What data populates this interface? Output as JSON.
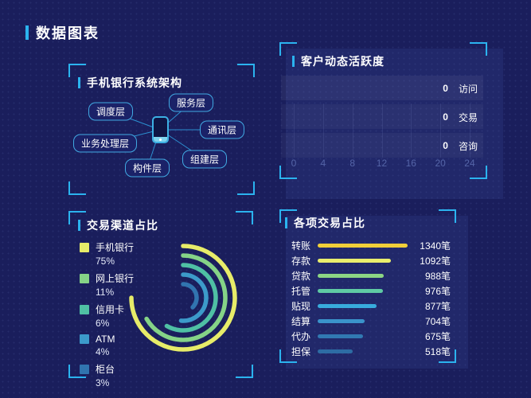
{
  "page": {
    "title": "数据图表"
  },
  "theme": {
    "background": "#1a1e5c",
    "accent_cyan": "#2bb3ef",
    "text": "#ffffff",
    "axis_text": "#5565a8"
  },
  "arch_panel": {
    "title": "手机银行系统架构",
    "center_icon": "mobile-phone",
    "nodes": [
      "调度层",
      "服务层",
      "通讯层",
      "业务处理层",
      "构件层",
      "组建层"
    ]
  },
  "activity_panel": {
    "title": "客户动态活跃度",
    "metrics": [
      {
        "value": "0",
        "label": "访问"
      },
      {
        "value": "0",
        "label": "交易"
      },
      {
        "value": "0",
        "label": "咨询"
      }
    ],
    "x_ticks": [
      "0",
      "4",
      "8",
      "12",
      "16",
      "20",
      "24"
    ]
  },
  "channel_panel": {
    "title": "交易渠道占比",
    "legend": [
      {
        "label": "手机银行",
        "percent": "75%",
        "color": "#e7ec69"
      },
      {
        "label": "网上银行",
        "percent": "11%",
        "color": "#85d387"
      },
      {
        "label": "信用卡",
        "percent": "6%",
        "color": "#4fc0a4"
      },
      {
        "label": "ATM",
        "percent": "4%",
        "color": "#3c9aca"
      },
      {
        "label": "柜台",
        "percent": "3%",
        "color": "#3174af"
      }
    ],
    "arc_sweeps_deg": [
      270,
      240,
      210,
      185,
      135
    ]
  },
  "trade_panel": {
    "title": "各项交易占比",
    "bars": [
      {
        "label": "转账",
        "value": 1340,
        "value_label": "1340笔",
        "color": "#f1cf39"
      },
      {
        "label": "存款",
        "value": 1092,
        "value_label": "1092笔",
        "color": "#e9ee6d"
      },
      {
        "label": "贷款",
        "value": 988,
        "value_label": "988笔",
        "color": "#8cd584"
      },
      {
        "label": "托管",
        "value": 976,
        "value_label": "976笔",
        "color": "#5fcaa4"
      },
      {
        "label": "贴现",
        "value": 877,
        "value_label": "877笔",
        "color": "#38abdd"
      },
      {
        "label": "结算",
        "value": 704,
        "value_label": "704笔",
        "color": "#3a93cb"
      },
      {
        "label": "代办",
        "value": 675,
        "value_label": "675笔",
        "color": "#3179b2"
      },
      {
        "label": "担保",
        "value": 518,
        "value_label": "518笔",
        "color": "#2d6ca4"
      }
    ]
  },
  "chart_data": [
    {
      "type": "line",
      "title": "客户动态活跃度",
      "xlabel": "",
      "ylabel": "",
      "x_ticks": [
        0,
        4,
        8,
        12,
        16,
        20,
        24
      ],
      "xlim": [
        0,
        24
      ],
      "grid": true,
      "legend_position": "right",
      "series": [
        {
          "name": "访问",
          "current_value": 0
        },
        {
          "name": "交易",
          "current_value": 0
        },
        {
          "name": "咨询",
          "current_value": 0
        }
      ],
      "note": "empty state - all series read 0, no lines plotted"
    },
    {
      "type": "pie",
      "style": "concentric-arcs",
      "title": "交易渠道占比",
      "categories": [
        "手机银行",
        "网上银行",
        "信用卡",
        "ATM",
        "柜台"
      ],
      "values": [
        75,
        11,
        6,
        4,
        3
      ],
      "unit": "%",
      "colors": [
        "#e7ec69",
        "#85d387",
        "#4fc0a4",
        "#3c9aca",
        "#3174af"
      ],
      "legend_position": "left"
    },
    {
      "type": "bar",
      "orientation": "horizontal",
      "title": "各项交易占比",
      "categories": [
        "转账",
        "存款",
        "贷款",
        "托管",
        "贴现",
        "结算",
        "代办",
        "担保"
      ],
      "values": [
        1340,
        1092,
        988,
        976,
        877,
        704,
        675,
        518
      ],
      "unit": "笔",
      "colors": [
        "#f1cf39",
        "#e9ee6d",
        "#8cd584",
        "#5fcaa4",
        "#38abdd",
        "#3a93cb",
        "#3179b2",
        "#2d6ca4"
      ]
    }
  ]
}
